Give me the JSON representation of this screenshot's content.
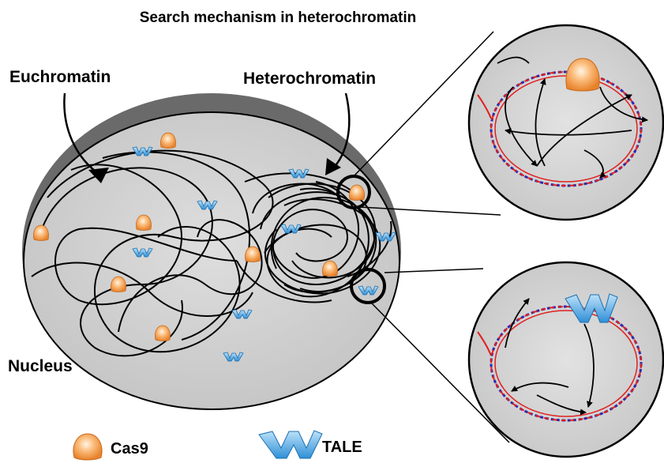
{
  "title": "Search mechanism in heterochromatin",
  "labels": {
    "euchromatin": "Euchromatin",
    "heterochromatin": "Heterochromatin",
    "nucleus": "Nucleus"
  },
  "legend": {
    "cas9": "Cas9",
    "tale": "TALE"
  },
  "colors": {
    "cas9": "#f5a65b",
    "tale": "#3a9ad9",
    "nucleus_fill": "#cfcfcf",
    "dna_red": "#e02020",
    "dna_blue": "#2a2ab0"
  }
}
